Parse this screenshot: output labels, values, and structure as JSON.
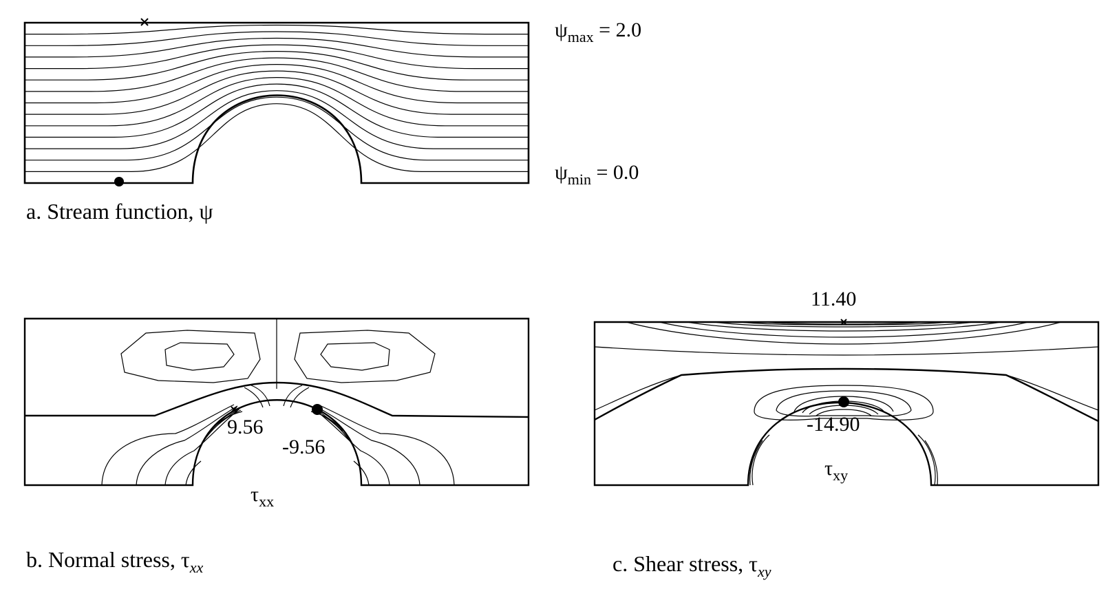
{
  "panel_a": {
    "caption_prefix": "a. Stream function, ",
    "caption_symbol": "ψ",
    "max_label": {
      "symbol": "ψ",
      "subscript": "max",
      "value": " = 2.0"
    },
    "min_label": {
      "symbol": "ψ",
      "subscript": "min",
      "value": " = 0.0"
    }
  },
  "panel_b": {
    "caption_prefix": "b. Normal stress, ",
    "caption_symbol": "τ",
    "caption_subscript": "xx",
    "symbol_label": "τ",
    "symbol_subscript": "xx",
    "value_left": "9.56",
    "value_right": "-9.56"
  },
  "panel_c": {
    "caption_prefix": "c. Shear stress, ",
    "caption_symbol": "τ",
    "caption_subscript": "xy",
    "symbol_label": "τ",
    "symbol_subscript": "xy",
    "value_max": "11.40",
    "value_min": "-14.90"
  }
}
